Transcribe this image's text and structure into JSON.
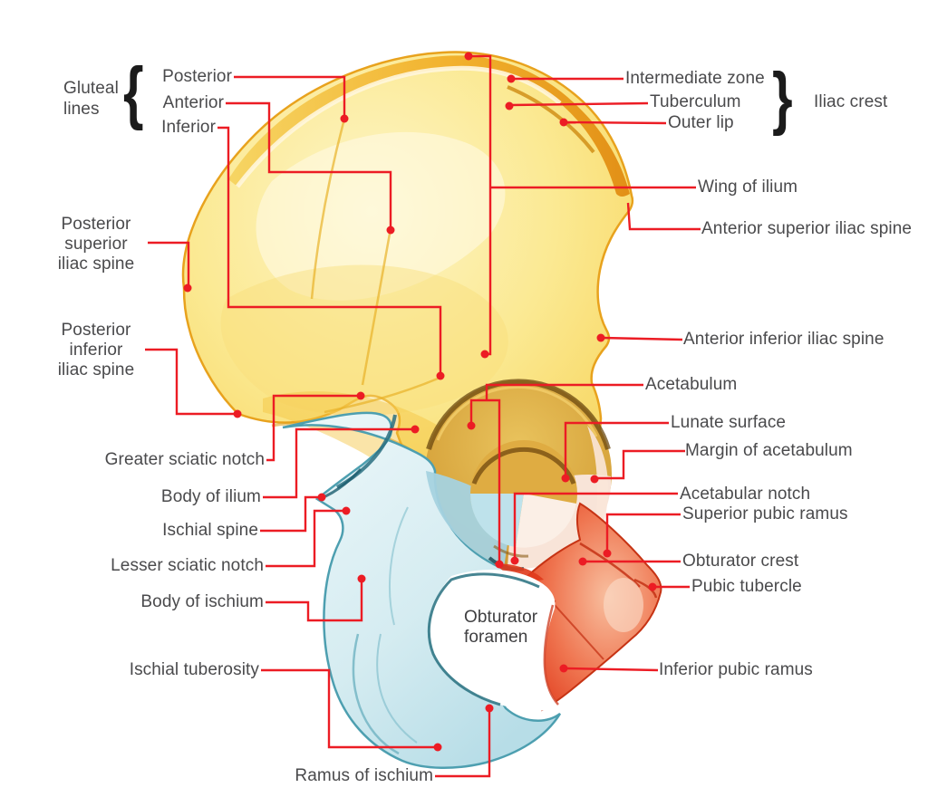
{
  "figure": {
    "subject": "Hip bone (os coxae), lateral view, labeled anatomy diagram"
  },
  "palette": {
    "leader_red": "#ec1c24",
    "label_text": "#4a4a4c",
    "ilium_yellow": "#fbe99b",
    "ilium_gold": "#efa51e",
    "acetabulum_gold": "#d9a843",
    "ischium_cyan": "#dcefF2",
    "ischium_teal": "#4d9fb0",
    "pubis_red": "#e8402a",
    "fossa_pink": "#f9e6db"
  },
  "labels": {
    "gluteal_group": "Gluteal\nlines",
    "brace_left": "{",
    "gluteal_posterior": "Posterior",
    "gluteal_anterior": "Anterior",
    "gluteal_inferior": "Inferior",
    "posterior_superior_iliac_spine": "Posterior\nsuperior\niliac spine",
    "posterior_inferior_iliac_spine": "Posterior\ninferior\niliac spine",
    "greater_sciatic_notch": "Greater sciatic notch",
    "body_of_ilium": "Body of ilium",
    "ischial_spine": "Ischial spine",
    "lesser_sciatic_notch": "Lesser sciatic notch",
    "body_of_ischium": "Body of ischium",
    "ischial_tuberosity": "Ischial tuberosity",
    "ramus_of_ischium": "Ramus of ischium",
    "intermediate_zone": "Intermediate zone",
    "tuberculum": "Tuberculum",
    "outer_lip": "Outer lip",
    "brace_right": "}",
    "iliac_crest": "Iliac crest",
    "wing_of_ilium": "Wing of ilium",
    "anterior_superior_iliac_spine": "Anterior superior iliac spine",
    "anterior_inferior_iliac_spine": "Anterior inferior iliac spine",
    "acetabulum": "Acetabulum",
    "lunate_surface": "Lunate surface",
    "margin_of_acetabulum": "Margin of acetabulum",
    "acetabular_notch": "Acetabular notch",
    "superior_pubic_ramus": "Superior pubic ramus",
    "obturator_crest": "Obturator crest",
    "pubic_tubercle": "Pubic tubercle",
    "inferior_pubic_ramus": "Inferior pubic ramus",
    "obturator_foramen": "Obturator\nforamen"
  }
}
